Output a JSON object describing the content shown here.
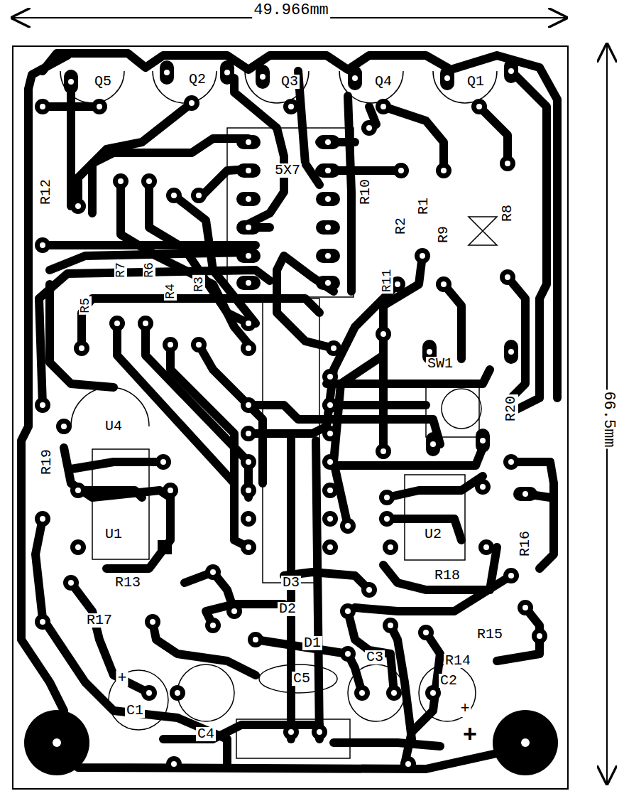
{
  "diagram": {
    "labels": [
      "49.966mm",
      "66.5mm",
      "Q5",
      "Q2",
      "Q3",
      "Q4",
      "Q1",
      "5X7",
      "R12",
      "R10",
      "R2",
      "R1",
      "R9",
      "R8",
      "R7",
      "R6",
      "R4",
      "R3",
      "R5",
      "R11",
      "SW1",
      "R20",
      "U4",
      "R19",
      "U1",
      "U2",
      "R16",
      "R13",
      "R18",
      "D3",
      "R17",
      "D2",
      "D1",
      "R15",
      "C3",
      "R14",
      "C5",
      "C2",
      "+",
      "C1",
      "C4",
      "+",
      "+"
    ]
  }
}
